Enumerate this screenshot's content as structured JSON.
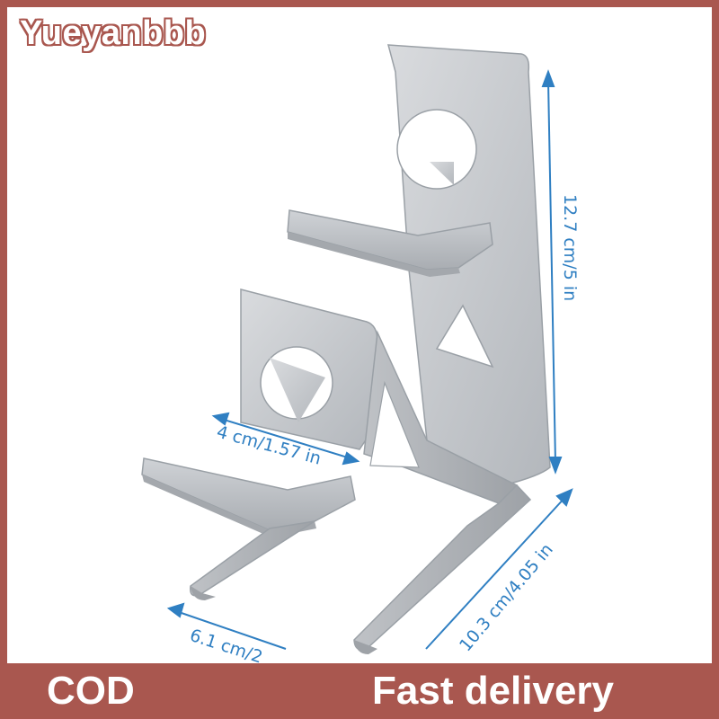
{
  "brand": {
    "name": "Yueyanbbb"
  },
  "dimensions": {
    "height": "12.7 cm/5 in",
    "slot_width": "4 cm/1.57 in",
    "depth": "10.3 cm/4.05 in",
    "width": "6.1 cm/2"
  },
  "footer": {
    "left_label": "COD",
    "right_label": "Fast delivery"
  },
  "colors": {
    "border": "#a9574f",
    "dimension_line": "#2f7fc2",
    "metal": "#c4c7cb"
  }
}
